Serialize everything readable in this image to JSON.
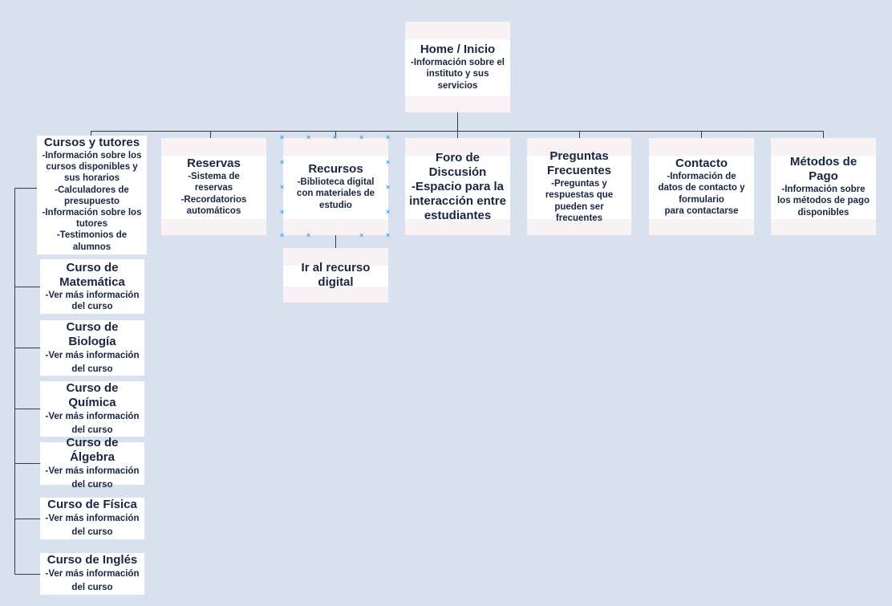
{
  "colors": {
    "background": "#dae1ee",
    "connector": "#333a44",
    "node": "#ffffff",
    "node_band": "#f8f2f5",
    "text": "#1b2540",
    "selection": "#3fa7e8"
  },
  "home": {
    "title": "Home / Inicio",
    "desc": "-Información sobre el\ninstituto y sus\nservicios"
  },
  "cursos": {
    "title": "Cursos y tutores",
    "desc": "-Información sobre los\ncursos disponibles y\nsus horarios\n-Calculadores de\npresupuesto\n-Información sobre los\ntutores\n-Testimonios de\nalumnos"
  },
  "courses": [
    {
      "title": "Curso de\nMatemática",
      "desc": "-Ver más información\ndel curso"
    },
    {
      "title": "Curso de\nBiología",
      "desc": "-Ver más información\ndel curso"
    },
    {
      "title": "Curso de\nQuímica",
      "desc": "-Ver más información\ndel curso"
    },
    {
      "title": "Curso de Álgebra",
      "desc": "-Ver más información\ndel curso"
    },
    {
      "title": "Curso de Física",
      "desc": "-Ver más información\ndel curso"
    },
    {
      "title": "Curso de Inglés",
      "desc": "-Ver más información\ndel curso"
    }
  ],
  "reservas": {
    "title": "Reservas",
    "desc": "-Sistema de\nreservas\n-Recordatorios\nautomáticos"
  },
  "recursos": {
    "title": "Recursos",
    "desc": "-Biblioteca digital\ncon materiales de\nestudio"
  },
  "ir_recurso": {
    "title": "Ir al recurso\ndigital"
  },
  "foro": {
    "title": "Foro de\nDiscusión\n-Espacio para la\ninteracción entre\nestudiantes"
  },
  "preguntas": {
    "title": "Preguntas\nFrecuentes",
    "desc": "-Preguntas y\nrespuestas que\npueden ser\nfrecuentes"
  },
  "contacto": {
    "title": "Contacto",
    "desc": "-Información de\ndatos de contacto y\nformulario\npara contactarse"
  },
  "pago": {
    "title": "Métodos de Pago",
    "desc": "-Información sobre\nlos métodos de pago\ndisponibles"
  },
  "selection_mark": "×"
}
